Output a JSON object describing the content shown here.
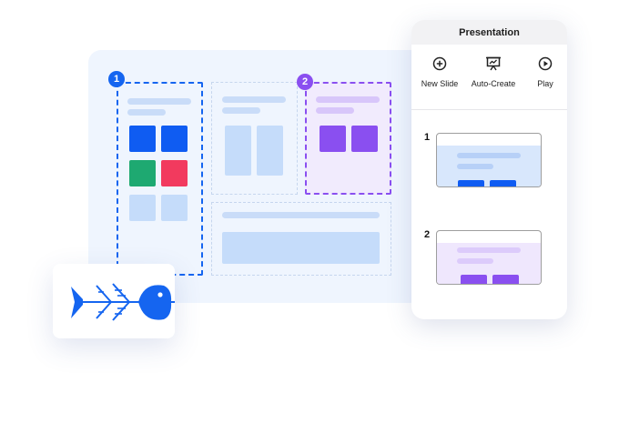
{
  "canvas": {
    "frames": [
      {
        "number": "1",
        "accent": "#1565f0"
      },
      {
        "number": "2",
        "accent": "#8a4ff0"
      }
    ],
    "colors": {
      "blue": "#0f5cf2",
      "green": "#1ea971",
      "red": "#f23a5e",
      "purple": "#8a4ff0",
      "light_blue": "#c5dcfa",
      "light_purple": "#d8c6fa"
    }
  },
  "fish_card": {
    "icon": "fishbone-diagram-icon"
  },
  "panel": {
    "title": "Presentation",
    "tools": [
      {
        "label": "New Slide",
        "icon": "add-circle-icon"
      },
      {
        "label": "Auto-Create",
        "icon": "presentation-board-icon"
      },
      {
        "label": "Play",
        "icon": "play-circle-icon"
      }
    ],
    "slides": [
      {
        "number": "1",
        "theme": "blue"
      },
      {
        "number": "2",
        "theme": "purple"
      }
    ]
  }
}
